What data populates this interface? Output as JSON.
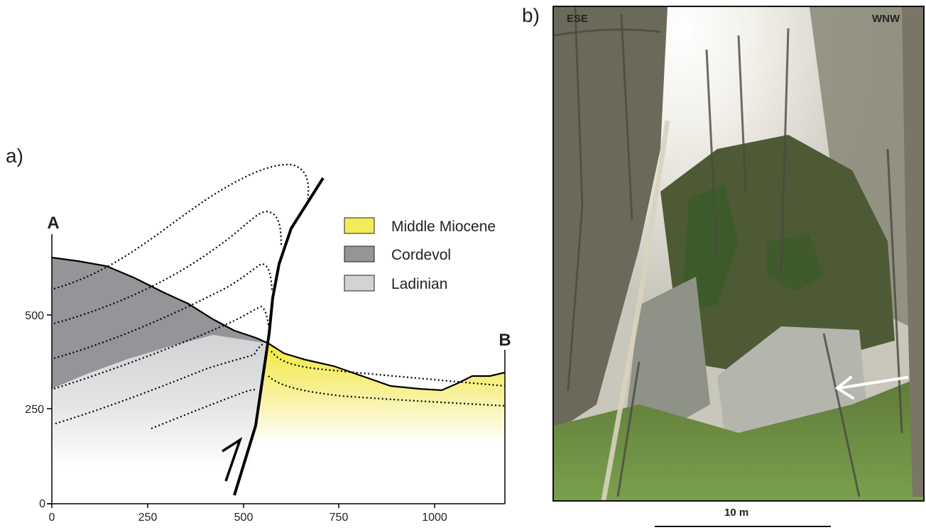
{
  "panel_a": {
    "label": "a)",
    "point_start": "A",
    "point_end": "B",
    "x_ticks": [
      "0",
      "250",
      "500",
      "750",
      "1000"
    ],
    "y_ticks": [
      "0",
      "250",
      "500"
    ],
    "legend": [
      {
        "label": "Middle Miocene",
        "color": "#f3ec5a"
      },
      {
        "label": "Cordevol",
        "color": "#939598"
      },
      {
        "label": "Ladinian",
        "color": "#d1d3d4"
      }
    ]
  },
  "panel_b": {
    "label": "b)",
    "left_orientation": "ESE",
    "right_orientation": "WNW",
    "scale_label": "10 m"
  }
}
